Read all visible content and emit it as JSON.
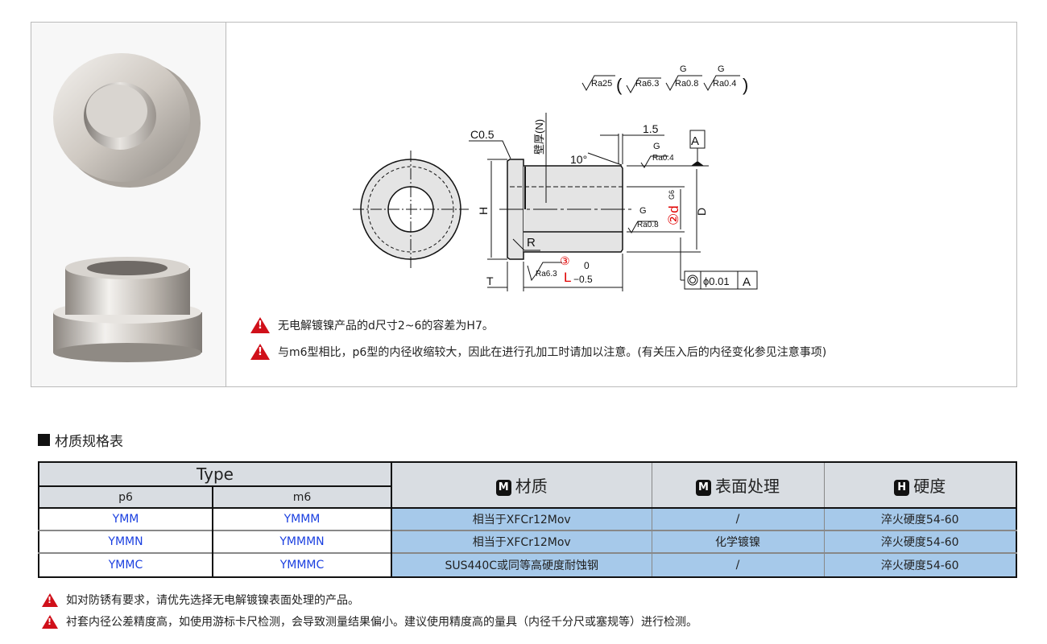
{
  "drawing": {
    "ra25": "Ra25",
    "ra63": "Ra6.3",
    "ra08": "Ra0.8",
    "ra04": "Ra0.4",
    "g": "G",
    "c05": "C0.5",
    "wall": "壁厚(N)",
    "angle": "10°",
    "dim15": "1.5",
    "datum": "A",
    "h": "H",
    "d_big": "D",
    "d_small": "②d",
    "tol_g6": "G6",
    "r": "R",
    "circ3": "③",
    "l": "L",
    "l_upper": "0",
    "l_lower": "−0.5",
    "t": "T",
    "concentricity": "ϕ0.01",
    "open_paren": "(",
    "close_paren": ")"
  },
  "notes": [
    "无电解镀镍产品的d尺寸2~6的容差为H7。",
    "与m6型相比，p6型的内径收缩较大，因此在进行孔加工时请加以注意。(有关压入后的内径变化参见注意事项)"
  ],
  "section_title": "材质规格表",
  "table": {
    "type_header": "Type",
    "p6": "p6",
    "m6": "m6",
    "material_badge": "M",
    "material": "材质",
    "surface_badge": "M",
    "surface": "表面处理",
    "hardness_badge": "H",
    "hardness": "硬度",
    "rows": [
      {
        "p6": "YMM",
        "m6": "YMMM",
        "material": "相当于XFCr12Mov",
        "surface": "/",
        "hardness": "淬火硬度54-60"
      },
      {
        "p6": "YMMN",
        "m6": "YMMMN",
        "material": "相当于XFCr12Mov",
        "surface": "化学镀镍",
        "hardness": "淬火硬度54-60"
      },
      {
        "p6": "YMMC",
        "m6": "YMMMC",
        "material": "SUS440C或同等高硬度耐蚀钢",
        "surface": "/",
        "hardness": "淬火硬度54-60"
      }
    ]
  },
  "bottom_notes": [
    "如对防锈有要求，请优先选择无电解镀镍表面处理的产品。",
    "衬套内径公差精度高，如使用游标卡尺检测，会导致测量结果偏小。建议使用精度高的量具（内径千分尺或塞规等）进行检测。"
  ],
  "colors": {
    "warning": "#d0101a",
    "link": "#1a3fe0",
    "cell_blue": "#a6c9ea",
    "header_gray": "#d9dde2",
    "annotation_red": "#e00000"
  }
}
